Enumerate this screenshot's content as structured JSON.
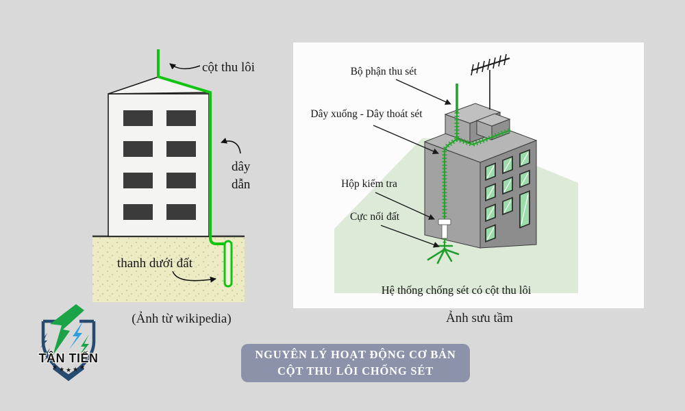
{
  "page": {
    "background_color": "#d9d9d9"
  },
  "colors": {
    "wire_green": "#12c412",
    "conductor_green": "#28a42e",
    "shadow_green": "#ddead8",
    "soil_yellow": "#ecebc4",
    "banner_bg": "#8b92a9",
    "brand_green": "#1ba447",
    "brand_navy": "#274a70",
    "brand_blue": "#2ea0e0",
    "star_yellow": "#f2c200"
  },
  "left_figure": {
    "labels": {
      "rod": "cột thu lôi",
      "wire_line1": "dây",
      "wire_line2": "dẫn",
      "ground_rod": "thanh dưới đất"
    },
    "caption": "(Ảnh từ wikipedia)"
  },
  "right_figure": {
    "labels": {
      "air_terminal": "Bộ phận thu sét",
      "down_conductor": "Dây xuống - Dây thoát sét",
      "test_box": "Hộp kiểm tra",
      "ground_electrode": "Cực nối đất"
    },
    "caption": "Hệ thống chống sét có cột thu lôi",
    "credit": "Ảnh sưu tầm"
  },
  "logo": {
    "brand": "TÂN TIẾN",
    "stars": [
      "★",
      "★",
      "★",
      "★",
      "★"
    ]
  },
  "banner": {
    "line1": "NGUYÊN LÝ HOẠT ĐỘNG CƠ BẢN",
    "line2": "CỘT THU LÔI CHỐNG SÉT"
  }
}
